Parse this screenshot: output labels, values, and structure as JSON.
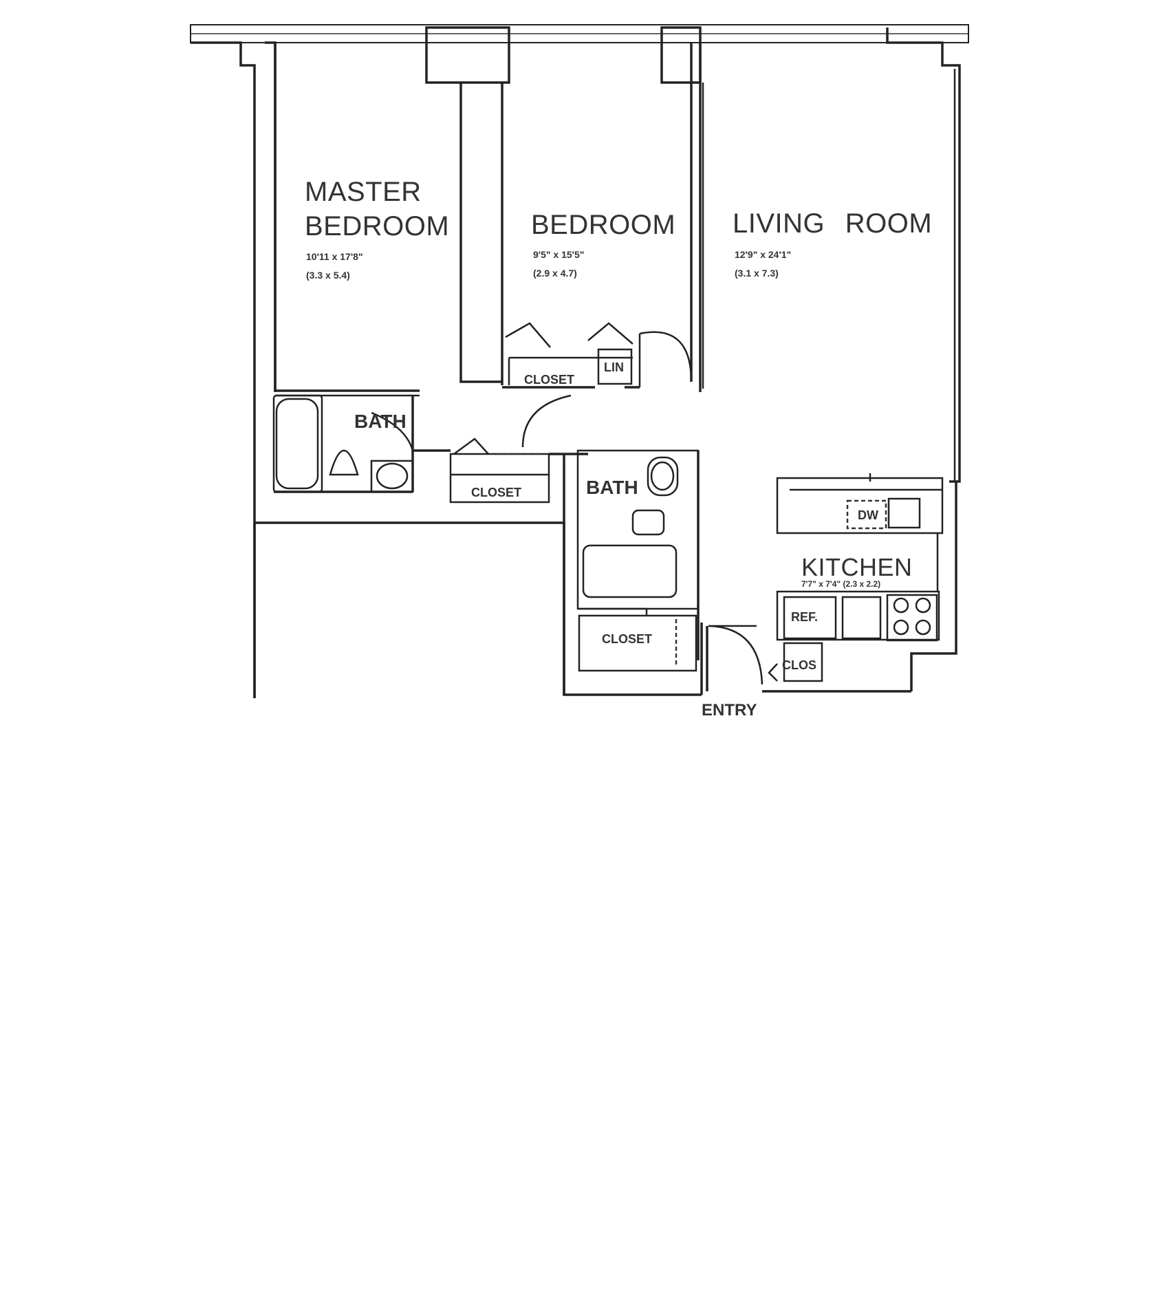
{
  "rooms": {
    "master_bedroom": {
      "line1": "MASTER",
      "line2": "BEDROOM",
      "dim_imperial": "10'11 x 17'8\"",
      "dim_metric": "(3.3 x 5.4)"
    },
    "bedroom": {
      "name": "BEDROOM",
      "dim_imperial": "9'5\" x 15'5\"",
      "dim_metric": "(2.9 x 4.7)"
    },
    "living_room": {
      "name": "LIVING ROOM",
      "dim_imperial": "12'9\" x 24'1\"",
      "dim_metric": "(3.1 x 7.3)"
    },
    "kitchen": {
      "name": "KITCHEN",
      "dim": "7'7\" x 7'4\" (2.3 x 2.2)"
    },
    "bath_master": {
      "name": "BATH"
    },
    "bath_hall": {
      "name": "BATH"
    },
    "entry": {
      "name": "ENTRY"
    }
  },
  "closets": {
    "bedroom_closet": "CLOSET",
    "linen": "LIN",
    "hall_closet": "CLOSET",
    "entry_closet": "CLOSET",
    "kitchen_closet": "CLOS"
  },
  "appliances": {
    "dishwasher": "DW",
    "refrigerator": "REF."
  }
}
